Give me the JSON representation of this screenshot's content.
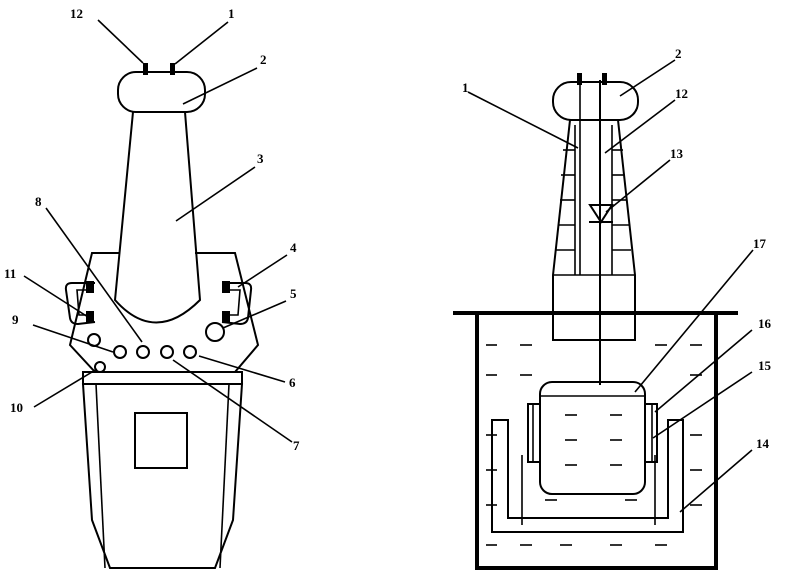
{
  "left_view": {
    "labels": [
      "12",
      "1",
      "2",
      "3",
      "4",
      "5",
      "6",
      "7",
      "8",
      "9",
      "10",
      "11"
    ]
  },
  "right_view": {
    "labels": [
      "1",
      "2",
      "12",
      "13",
      "17",
      "16",
      "15",
      "14"
    ]
  }
}
